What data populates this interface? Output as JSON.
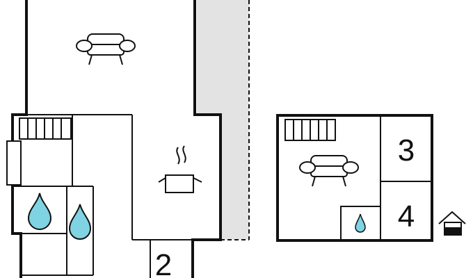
{
  "floor_plan": {
    "room_labels": [
      "2",
      "3",
      "4"
    ],
    "icons": [
      "sofa-icon",
      "cooking-pot-icon",
      "stairs-icon",
      "water-drop-icon",
      "entrance-house-icon"
    ]
  },
  "colors": {
    "wall": "#111111",
    "shaded_area": "#e3e3e3",
    "water": "#7fd3e3",
    "background": "#ffffff"
  }
}
